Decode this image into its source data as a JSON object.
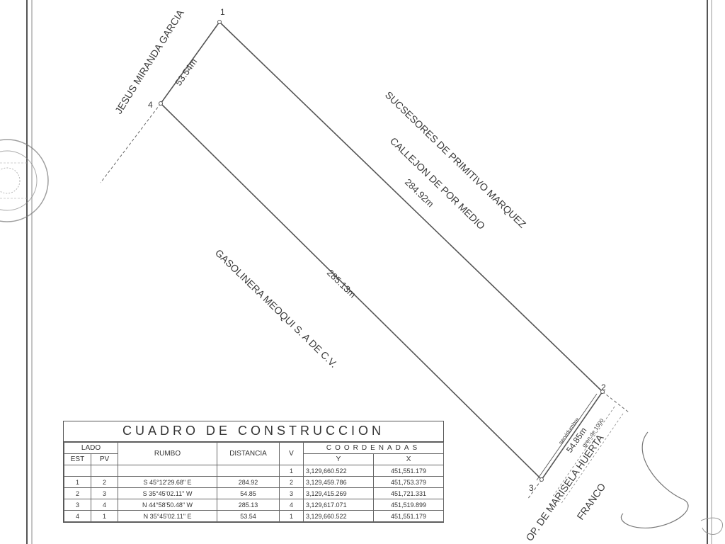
{
  "plan": {
    "vertices": [
      "1",
      "2",
      "3",
      "4"
    ],
    "neighbors": {
      "northwest": "JESUS MIRANDA GARCIA",
      "northeast": "SUCSESORES DE PRIMITIVO MARQUEZ",
      "northeast_sub": "CALLEJON DE POR MEDIO",
      "southwest": "GASOLINERA MEOQUI S. A DE C.V.",
      "southeast": "OP. DE MARISELA HUERTA",
      "southeast_sub": "FRANCO"
    },
    "distances": {
      "side_1": "53.54m",
      "side_2": "284.92m",
      "side_3": "285.13m",
      "side_4": "54.85m"
    },
    "servitude": [
      "servidumbre",
      "gren.de 1000"
    ]
  },
  "table": {
    "title": "CUADRO DE CONSTRUCCION",
    "headers": {
      "lado": "LADO",
      "est": "EST",
      "pv": "PV",
      "rumbo": "RUMBO",
      "distancia": "DISTANCIA",
      "v": "V",
      "coordenadas": "COORDENADAS",
      "y": "Y",
      "x": "X"
    },
    "first_row": {
      "v": "1",
      "y": "3,129,660.522",
      "x": "451,551.179"
    },
    "rows": [
      {
        "est": "1",
        "pv": "2",
        "rumbo": "S 45°12'29.68\" E",
        "distancia": "284.92",
        "v": "2",
        "y": "3,129,459.786",
        "x": "451,753.379"
      },
      {
        "est": "2",
        "pv": "3",
        "rumbo": "S 35°45'02.11\" W",
        "distancia": "54.85",
        "v": "3",
        "y": "3,129,415.269",
        "x": "451,721.331"
      },
      {
        "est": "3",
        "pv": "4",
        "rumbo": "N 44°58'50.48\" W",
        "distancia": "285.13",
        "v": "4",
        "y": "3,129,617.071",
        "x": "451,519.899"
      },
      {
        "est": "4",
        "pv": "1",
        "rumbo": "N 35°45'02.11\" E",
        "distancia": "53.54",
        "v": "1",
        "y": "3,129,660.522",
        "x": "451,551.179"
      }
    ]
  }
}
